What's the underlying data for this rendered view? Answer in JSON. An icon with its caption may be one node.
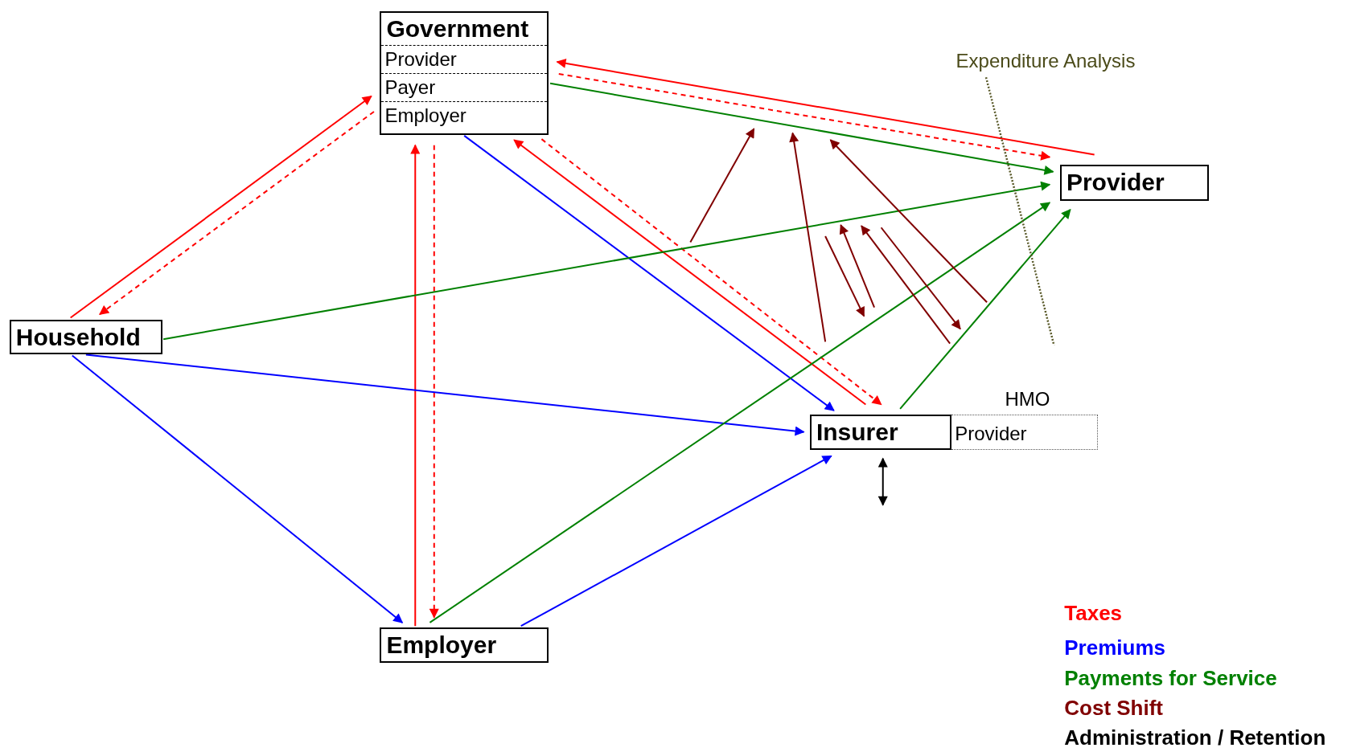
{
  "diagram": {
    "nodes": [
      {
        "text": [
          "Government",
          "Provider",
          "Payer",
          "Employer"
        ]
      },
      {
        "text": [
          "Provider"
        ]
      },
      {
        "text": [
          "Household"
        ]
      },
      {
        "text": [
          "Insurer"
        ]
      },
      {
        "text": [
          "HMO",
          "Provider"
        ]
      },
      {
        "text": [
          "Employer"
        ]
      }
    ],
    "edges": [
      {
        "from": 2,
        "to": 0,
        "arrow": "to"
      },
      {
        "from": 0,
        "to": 2,
        "arrow": "to",
        "style": "dashed"
      },
      {
        "from": 5,
        "to": 0,
        "arrow": "to"
      },
      {
        "from": 0,
        "to": 5,
        "arrow": "to",
        "style": "dashed"
      },
      {
        "from": 3,
        "to": 0,
        "arrow": "to"
      },
      {
        "from": 0,
        "to": 3,
        "arrow": "to",
        "style": "dashed"
      },
      {
        "from": 1,
        "to": 0,
        "arrow": "to"
      },
      {
        "from": 0,
        "to": 1,
        "arrow": "to",
        "style": "dashed"
      },
      {
        "from": 0,
        "to": 3,
        "arrow": "to",
        "color": "#0000ff"
      },
      {
        "from": 2,
        "to": 3,
        "arrow": "to",
        "color": "#0000ff"
      },
      {
        "from": 2,
        "to": 5,
        "arrow": "to",
        "color": "#0000ff"
      },
      {
        "from": 5,
        "to": 3,
        "arrow": "to",
        "color": "#0000ff"
      },
      {
        "from": 0,
        "to": 1,
        "arrow": "to",
        "color": "#008000"
      },
      {
        "from": 2,
        "to": 1,
        "arrow": "to",
        "color": "#008000"
      },
      {
        "from": 5,
        "to": 1,
        "arrow": "to",
        "color": "#008000"
      },
      {
        "from": 3,
        "to": 1,
        "arrow": "to",
        "color": "#008000"
      },
      {
        "from": 3,
        "to": null,
        "arrow": "both",
        "color": "#000000"
      }
    ],
    "labels": [
      "Expenditure Analysis"
    ],
    "legend": [
      {
        "text": "Taxes",
        "color": "#ff0000"
      },
      {
        "text": "Premiums",
        "color": "#0000ff"
      },
      {
        "text": "Payments for Service",
        "color": "#008000"
      },
      {
        "text": "Cost Shift",
        "color": "#800000"
      },
      {
        "text": "Administration / Retention",
        "color": "#000000"
      }
    ]
  }
}
